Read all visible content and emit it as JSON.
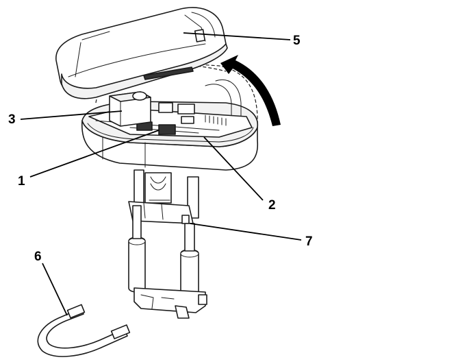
{
  "callouts": [
    {
      "id": "1",
      "label": "1"
    },
    {
      "id": "2",
      "label": "2"
    },
    {
      "id": "3",
      "label": "3"
    },
    {
      "id": "5",
      "label": "5"
    },
    {
      "id": "6",
      "label": "6"
    },
    {
      "id": "7",
      "label": "7"
    }
  ],
  "colors": {
    "line": "#1a1a1a",
    "arrow": "#000000",
    "background": "#ffffff"
  }
}
